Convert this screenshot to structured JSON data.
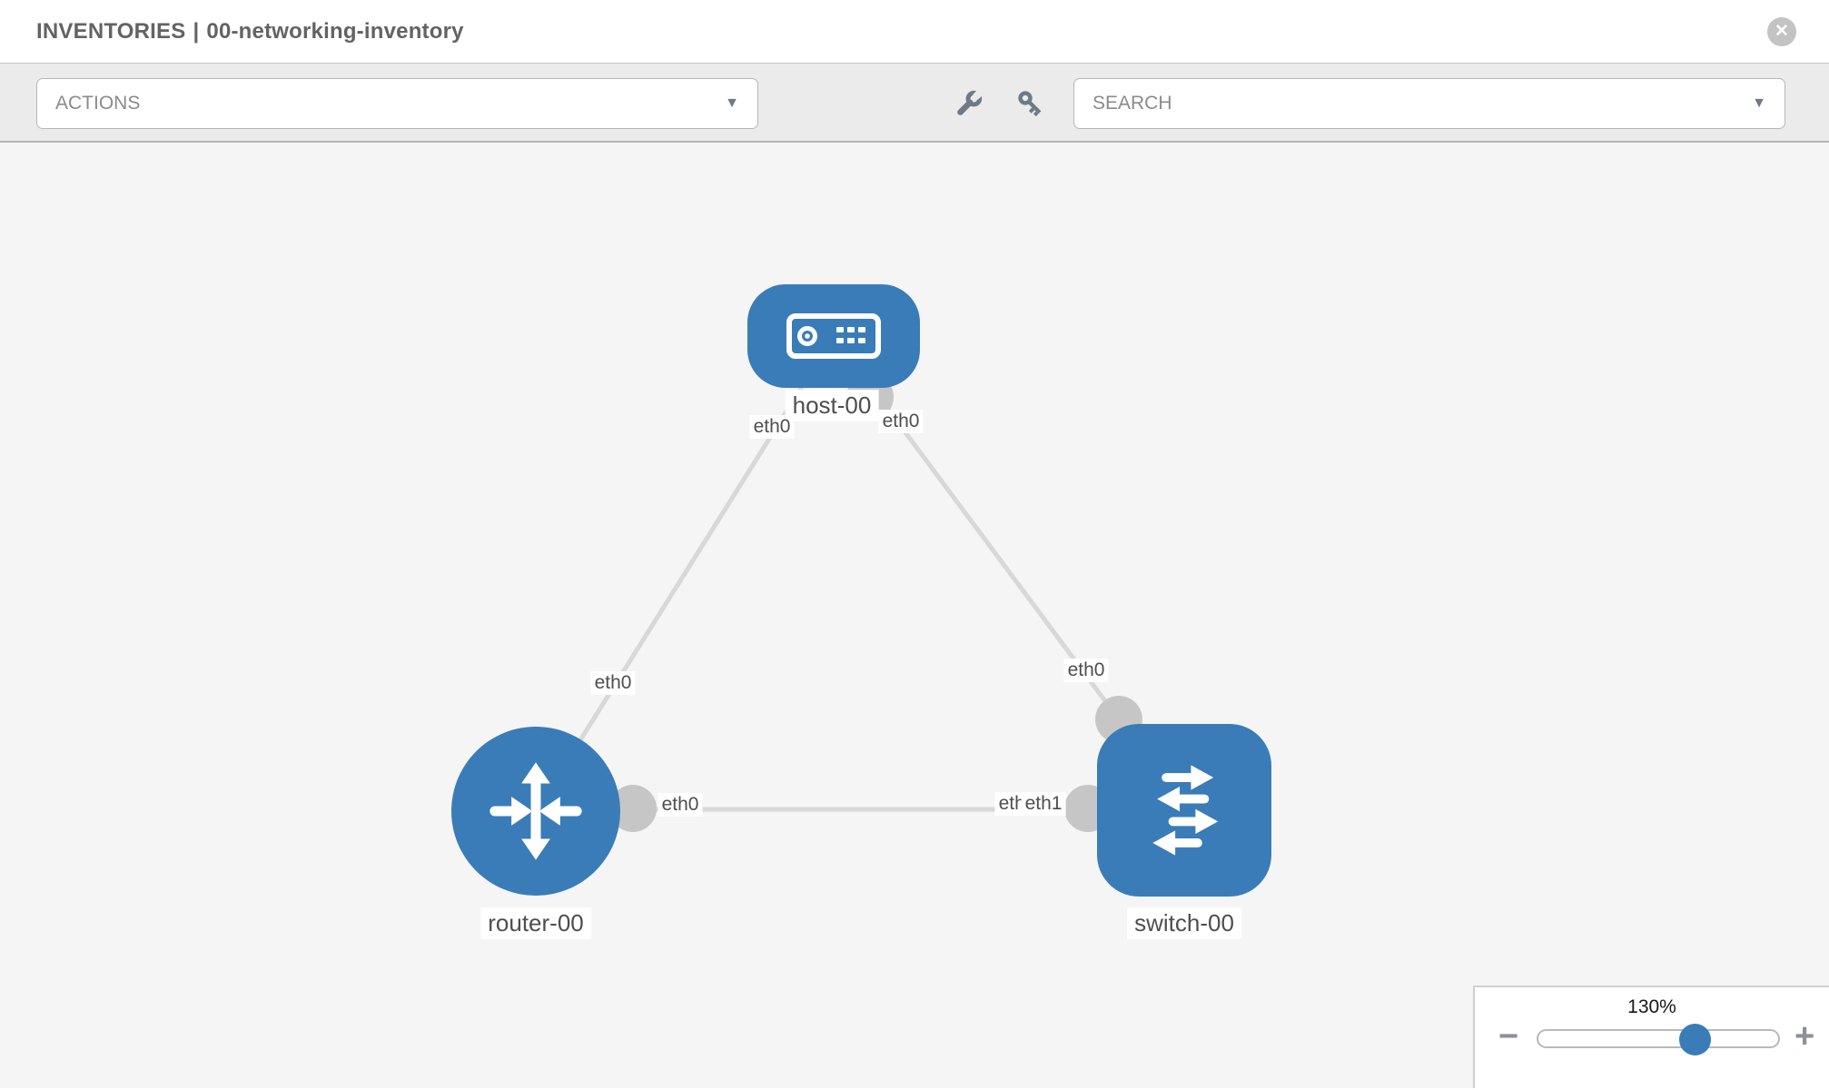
{
  "header": {
    "section": "INVENTORIES",
    "separator": "|",
    "item_name": "00-networking-inventory"
  },
  "toolbar": {
    "actions_label": "ACTIONS",
    "search_placeholder": "SEARCH"
  },
  "icons": {
    "close_glyph": "✕",
    "caret_glyph": "▼",
    "wrench": "wrench-icon",
    "key": "key-icon",
    "host": "host-device-icon",
    "router": "router-device-icon",
    "switch": "switch-device-icon"
  },
  "topology": {
    "nodes": [
      {
        "id": "host-00",
        "type": "host",
        "label": "host-00"
      },
      {
        "id": "router-00",
        "type": "router",
        "label": "router-00"
      },
      {
        "id": "switch-00",
        "type": "switch",
        "label": "switch-00"
      }
    ],
    "links": [
      {
        "source": "host-00",
        "target": "router-00",
        "source_interface": "eth0",
        "target_interface": "eth0"
      },
      {
        "source": "host-00",
        "target": "switch-00",
        "source_interface": "eth0",
        "target_interface": "eth0"
      },
      {
        "source": "router-00",
        "target": "switch-00",
        "source_interface": "eth0",
        "target_interface": "eth1"
      }
    ],
    "interface_labels": [
      {
        "text": "eth0",
        "at": "host end of host-router link"
      },
      {
        "text": "eth0",
        "at": "host end of host-switch link"
      },
      {
        "text": "eth0",
        "at": "router end of host-router link"
      },
      {
        "text": "eth0",
        "at": "router end of router-switch link"
      },
      {
        "text": "eth0",
        "at": "switch end of host-switch link"
      },
      {
        "text": "eth0",
        "at": "switch end of router-switch link (partially covered)"
      },
      {
        "text": "eth1",
        "at": "switch end of router-switch link"
      }
    ]
  },
  "zoom_control": {
    "level": "130%",
    "minus_label": "−",
    "plus_label": "+",
    "percent": 64
  },
  "colors": {
    "node_blue": "#3a7cb8",
    "link_gray": "#d8d8d8",
    "connector_gray": "#c6c6c6",
    "canvas_bg": "#f5f5f6",
    "toolbar_bg": "#ebebeb"
  }
}
